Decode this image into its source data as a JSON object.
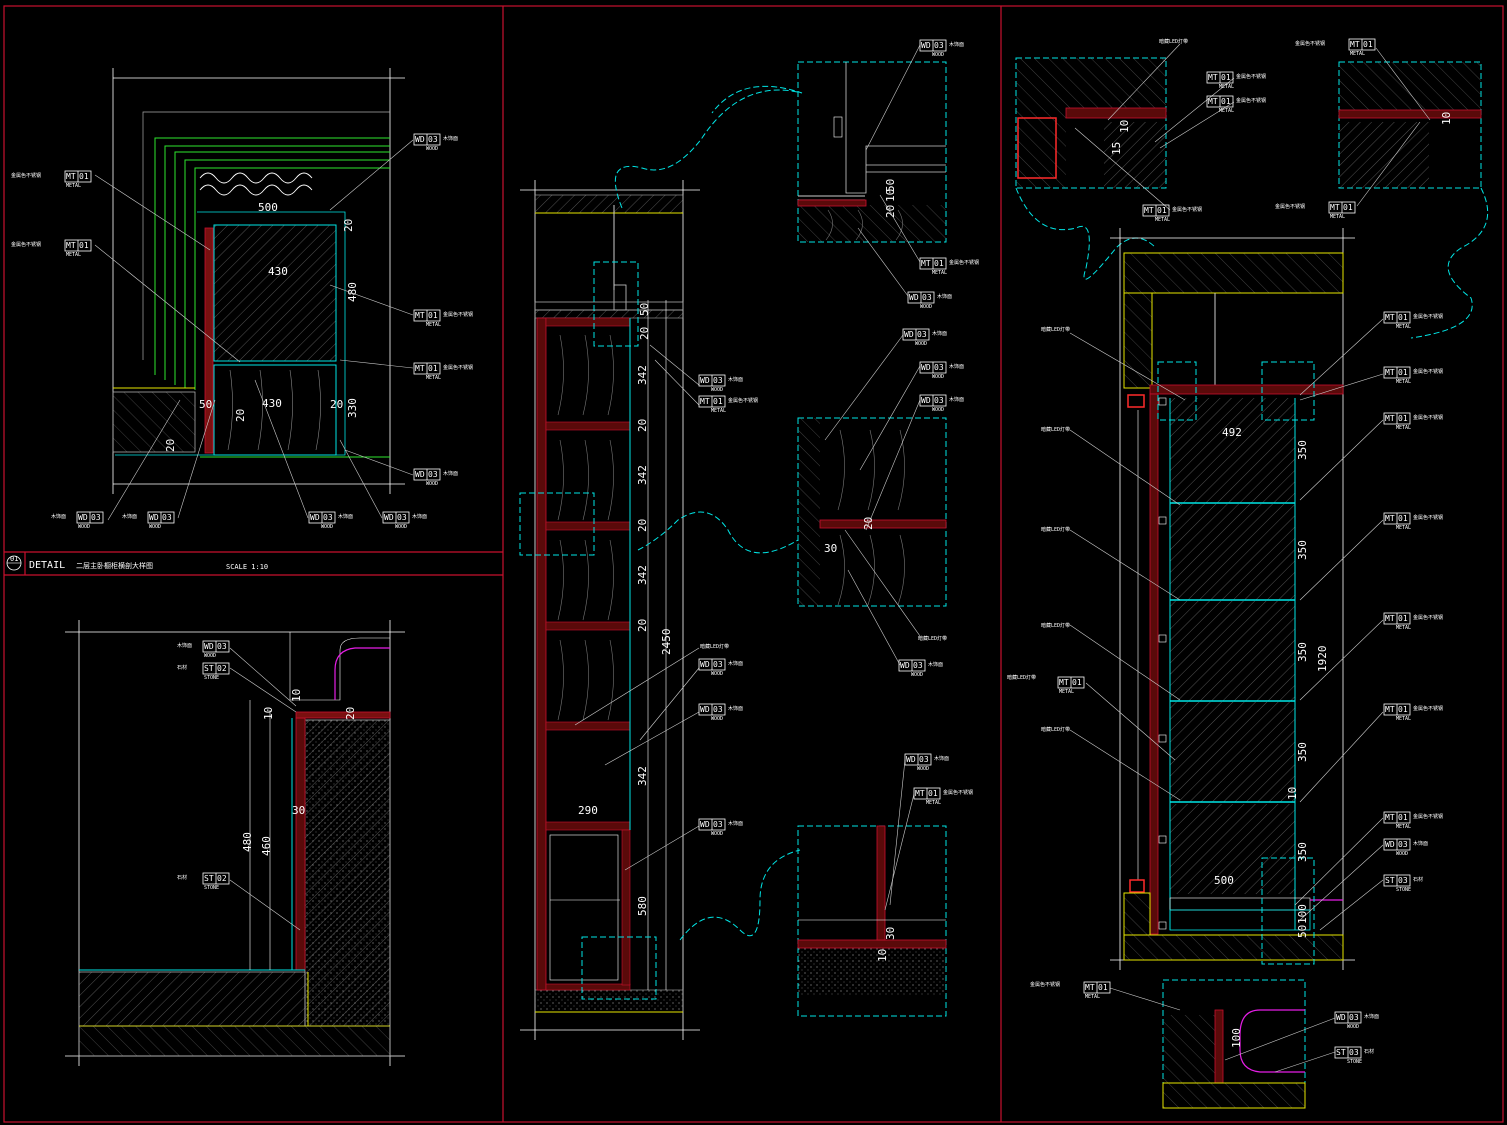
{
  "title_block": {
    "detail_label": "DETAIL",
    "drawing_name": "二层主卧橱柜横剖大样图",
    "scale": "SCALE  1:10",
    "detail_number": "01"
  },
  "colors": {
    "background": "#000000",
    "frame": "#c8102e",
    "cyan": "#00e5e5",
    "green": "#2ee62e",
    "yellow": "#e6e600",
    "magenta": "#e61ee6",
    "white": "#ffffff"
  },
  "panel1": {
    "dims": [
      "500",
      "20",
      "430",
      "430",
      "480",
      "330",
      "50",
      "20",
      "20",
      "20"
    ],
    "tags": [
      {
        "code": "MT",
        "num": "01",
        "sub": "METAL",
        "note": "金属色不锈钢"
      },
      {
        "code": "MT",
        "num": "01",
        "sub": "METAL",
        "note": "金属色不锈钢"
      },
      {
        "code": "WD",
        "num": "03",
        "sub": "WOOD",
        "note": "木饰面"
      },
      {
        "code": "MT",
        "num": "01",
        "sub": "METAL",
        "note": "金属色不锈钢"
      },
      {
        "code": "MT",
        "num": "01",
        "sub": "METAL",
        "note": "金属色不锈钢"
      },
      {
        "code": "WD",
        "num": "03",
        "sub": "WOOD",
        "note": "木饰面"
      },
      {
        "code": "WD",
        "num": "03",
        "sub": "WOOD",
        "note": "木饰面"
      },
      {
        "code": "WD",
        "num": "03",
        "sub": "WOOD",
        "note": "木饰面"
      },
      {
        "code": "WD",
        "num": "03",
        "sub": "WOOD",
        "note": "木饰面"
      },
      {
        "code": "WD",
        "num": "03",
        "sub": "WOOD",
        "note": "木饰面"
      }
    ]
  },
  "panel2": {
    "dims": [
      "10",
      "10",
      "20",
      "30",
      "480",
      "460"
    ],
    "tags": [
      {
        "code": "WD",
        "num": "03",
        "sub": "WOOD",
        "note": "木饰面"
      },
      {
        "code": "ST",
        "num": "02",
        "sub": "STONE",
        "note": "石材"
      },
      {
        "code": "ST",
        "num": "02",
        "sub": "STONE",
        "note": "石材"
      }
    ]
  },
  "panel3": {
    "dims": [
      "20",
      "50",
      "342",
      "20",
      "342",
      "20",
      "342",
      "20",
      "342",
      "290",
      "580",
      "2450"
    ],
    "tags": [
      {
        "code": "WD",
        "num": "03",
        "sub": "WOOD",
        "note": "木饰面"
      },
      {
        "code": "MT",
        "num": "01",
        "sub": "METAL",
        "note": "金属色不锈钢"
      },
      {
        "code": "WD",
        "num": "03",
        "sub": "WOOD",
        "note": "木饰面"
      },
      {
        "code": "WD",
        "num": "03",
        "sub": "WOOD",
        "note": "木饰面"
      },
      {
        "code": "WD",
        "num": "03",
        "sub": "WOOD",
        "note": "木饰面"
      }
    ],
    "note_led": "暗藏LED灯带"
  },
  "panel4": {
    "dims": [
      "20",
      "10",
      "50",
      "20",
      "30",
      "30",
      "10"
    ],
    "tags": [
      {
        "code": "WD",
        "num": "03",
        "sub": "WOOD",
        "note": "木饰面"
      },
      {
        "code": "MT",
        "num": "01",
        "sub": "METAL",
        "note": "金属色不锈钢"
      },
      {
        "code": "WD",
        "num": "03",
        "sub": "WOOD",
        "note": "木饰面"
      },
      {
        "code": "WD",
        "num": "03",
        "sub": "WOOD",
        "note": "木饰面"
      },
      {
        "code": "WD",
        "num": "03",
        "sub": "WOOD",
        "note": "木饰面"
      },
      {
        "code": "WD",
        "num": "03",
        "sub": "WOOD",
        "note": "木饰面"
      },
      {
        "code": "WD",
        "num": "03",
        "sub": "WOOD",
        "note": "木饰面"
      },
      {
        "code": "WD",
        "num": "03",
        "sub": "WOOD",
        "note": "木饰面"
      },
      {
        "code": "MT",
        "num": "01",
        "sub": "METAL",
        "note": "金属色不锈钢"
      }
    ],
    "note_led": "暗藏LED灯带"
  },
  "panel5": {
    "dims": [
      "10",
      "15",
      "10",
      "492",
      "350",
      "350",
      "350",
      "350",
      "1920",
      "10",
      "500",
      "350",
      "100",
      "50",
      "100"
    ],
    "tags": [
      {
        "code": "MT",
        "num": "01",
        "sub": "METAL",
        "note": "金属色不锈钢"
      },
      {
        "code": "MT",
        "num": "01",
        "sub": "METAL",
        "note": "金属色不锈钢"
      },
      {
        "code": "MT",
        "num": "01",
        "sub": "METAL",
        "note": "金属色不锈钢"
      },
      {
        "code": "MT",
        "num": "01",
        "sub": "METAL",
        "note": "金属色不锈钢"
      },
      {
        "code": "MT",
        "num": "01",
        "sub": "METAL",
        "note": "金属色不锈钢"
      },
      {
        "code": "MT",
        "num": "01",
        "sub": "METAL",
        "note": "金属色不锈钢"
      },
      {
        "code": "MT",
        "num": "01",
        "sub": "METAL",
        "note": "金属色不锈钢"
      },
      {
        "code": "MT",
        "num": "01",
        "sub": "METAL",
        "note": "金属色不锈钢"
      },
      {
        "code": "MT",
        "num": "01",
        "sub": "METAL",
        "note": "金属色不锈钢"
      },
      {
        "code": "MT",
        "num": "01",
        "sub": "METAL",
        "note": "金属色不锈钢"
      },
      {
        "code": "MT",
        "num": "01",
        "sub": "METAL",
        "note": "金属色不锈钢"
      },
      {
        "code": "MT",
        "num": "01",
        "sub": "METAL",
        "note": "金属色不锈钢"
      },
      {
        "code": "MT",
        "num": "01",
        "sub": "METAL",
        "note": "金属色不锈钢"
      },
      {
        "code": "WD",
        "num": "03",
        "sub": "WOOD",
        "note": "木饰面"
      },
      {
        "code": "ST",
        "num": "03",
        "sub": "STONE",
        "note": "石材"
      },
      {
        "code": "WD",
        "num": "03",
        "sub": "WOOD",
        "note": "木饰面"
      },
      {
        "code": "ST",
        "num": "03",
        "sub": "STONE",
        "note": "石材"
      }
    ],
    "led_notes": [
      "暗藏LED灯带",
      "暗藏LED灯带",
      "暗藏LED灯带",
      "暗藏LED灯带",
      "暗藏LED灯带",
      "暗藏LED灯带",
      "暗藏LED灯带"
    ],
    "metal_note": "金属色不锈钢"
  }
}
